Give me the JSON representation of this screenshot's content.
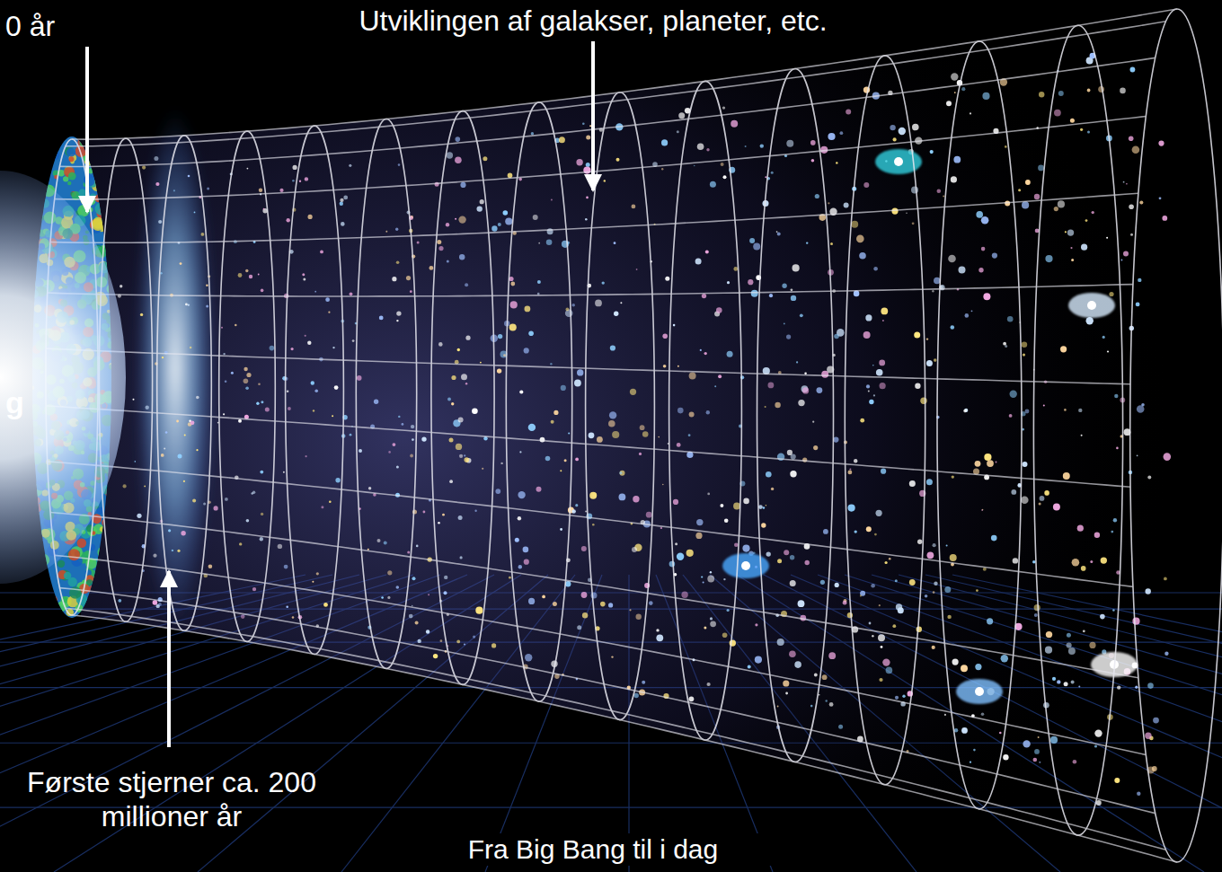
{
  "diagram": {
    "caption": "Fra Big Bang til i dag",
    "labels": [
      "0 år",
      "Utviklingen af galakser, planeter, etc.",
      "g",
      "Første stjerner ca. 200 millioner år"
    ]
  }
}
